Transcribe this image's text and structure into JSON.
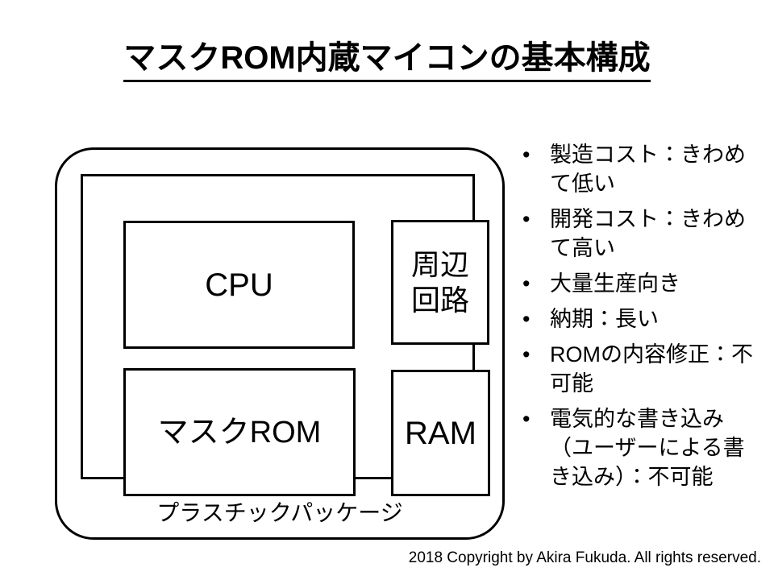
{
  "slide": {
    "title": "マスクROM内蔵マイコンの基本構成",
    "background_color": "#ffffff",
    "ink_color": "#000000"
  },
  "diagram": {
    "package_caption": "プラスチックパッケージ",
    "blocks": [
      {
        "id": "cpu",
        "label": "CPU"
      },
      {
        "id": "peripheral",
        "label": "周辺\n回路"
      },
      {
        "id": "maskrom",
        "label": "マスクROM"
      },
      {
        "id": "ram",
        "label": "RAM"
      }
    ]
  },
  "bullets": {
    "marker": "•",
    "items": [
      {
        "text": "製造コスト：きわめて低い"
      },
      {
        "text": "開発コスト：きわめて高い"
      },
      {
        "text": "大量生産向き"
      },
      {
        "text": "納期：長い"
      },
      {
        "text": "ROMの内容修正：不可能"
      },
      {
        "text": "電気的な書き込み（ユーザーによる書き込み）：不可能"
      }
    ]
  },
  "footer": {
    "copyright": "2018 Copyright by Akira Fukuda. All rights reserved."
  }
}
